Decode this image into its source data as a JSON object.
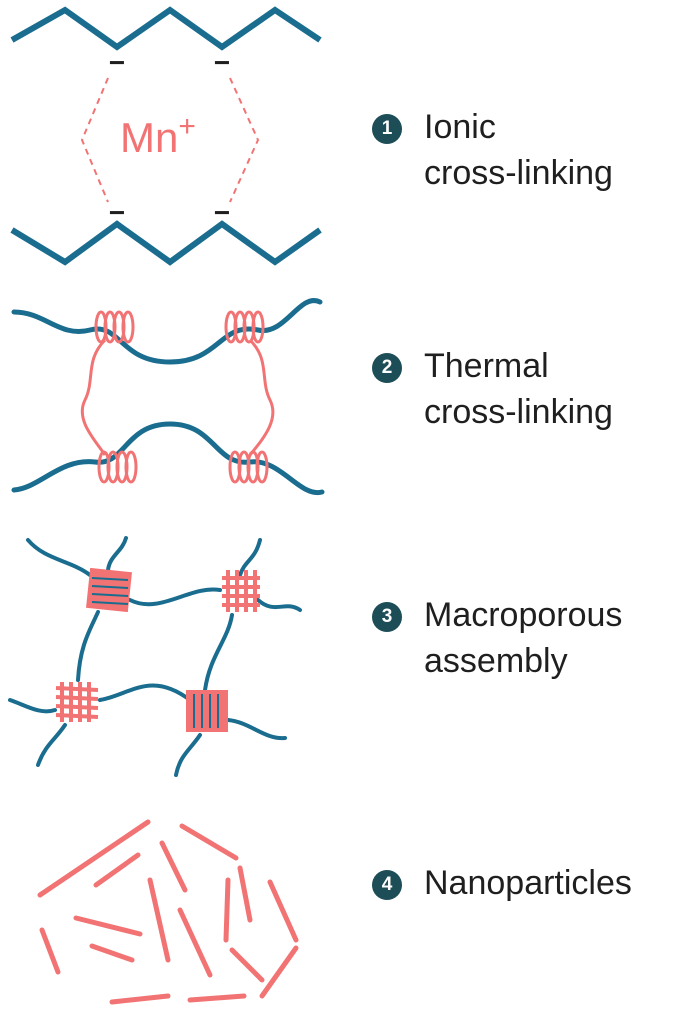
{
  "colors": {
    "chain": "#1a6d8f",
    "crosslinker": "#f27373",
    "badge": "#1d4d57",
    "text": "#1f1f1f"
  },
  "ion_label": {
    "base": "Mn",
    "sup": "+"
  },
  "charge_symbol": "−",
  "methods": [
    {
      "number": "1",
      "lines": [
        "Ionic",
        "cross-linking"
      ]
    },
    {
      "number": "2",
      "lines": [
        "Thermal",
        "cross-linking"
      ]
    },
    {
      "number": "3",
      "lines": [
        "Macroporous",
        "assembly"
      ]
    },
    {
      "number": "4",
      "lines": [
        "Nanoparticles"
      ]
    }
  ]
}
